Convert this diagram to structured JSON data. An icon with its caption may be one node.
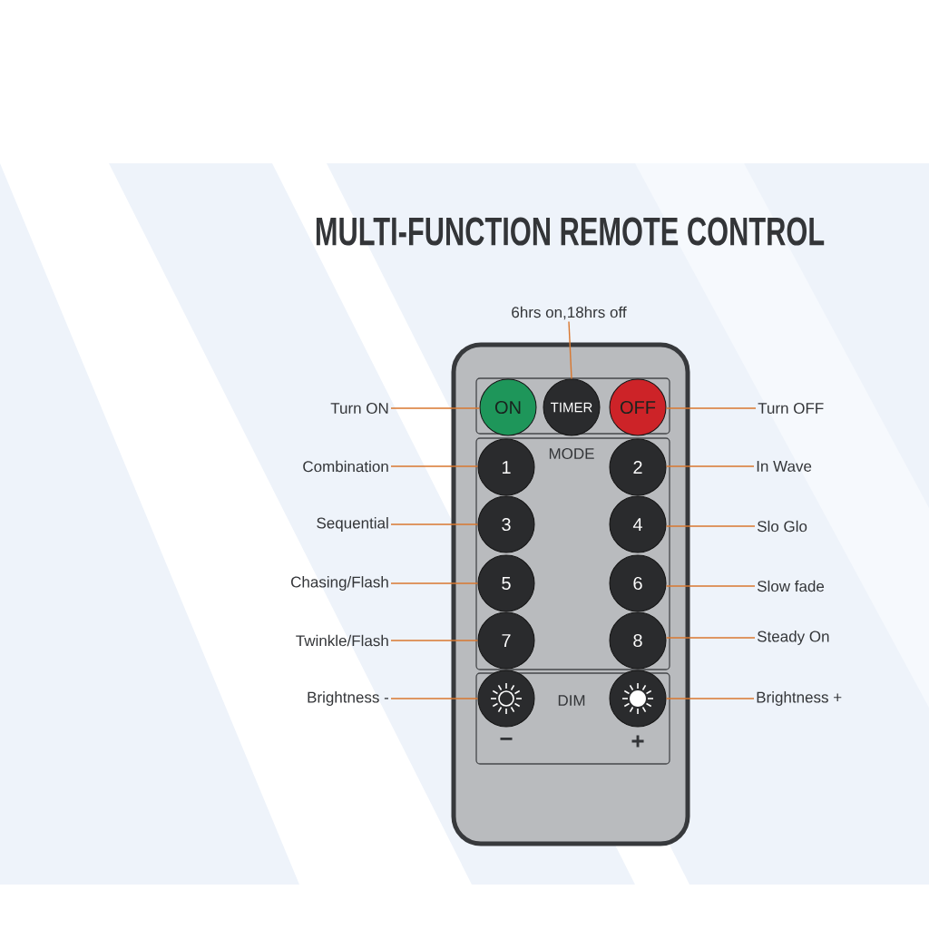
{
  "diagram": {
    "title": "MULTI-FUNCTION REMOTE CONTROL",
    "nodes": [
      {
        "text": [],
        "shape": "box"
      },
      {
        "text": [],
        "shape": "box",
        "in": 0
      },
      {
        "text": [
          "ON"
        ],
        "in": 1
      },
      {
        "text": [
          "TIMER"
        ],
        "in": 1
      },
      {
        "text": [
          "OFF"
        ],
        "in": 1
      },
      {
        "text": [
          "MODE"
        ],
        "in": 0
      },
      {
        "text": [
          "1"
        ],
        "in": 5
      },
      {
        "text": [
          "2"
        ],
        "in": 5
      },
      {
        "text": [
          "3"
        ],
        "in": 5
      },
      {
        "text": [
          "4"
        ],
        "in": 5
      },
      {
        "text": [
          "5"
        ],
        "in": 5
      },
      {
        "text": [
          "6"
        ],
        "in": 5
      },
      {
        "text": [
          "7"
        ],
        "in": 5
      },
      {
        "text": [
          "8"
        ],
        "in": 5
      },
      {
        "text": [
          "DIM",
          "−",
          "+"
        ],
        "in": 0
      },
      {
        "text": [],
        "shape": "circle",
        "in": 14
      },
      {
        "text": [],
        "shape": "circle",
        "in": 14
      },
      {
        "text": [
          "6hrs on,18hrs off"
        ]
      },
      {
        "text": [
          "Turn ON"
        ]
      },
      {
        "text": [
          "Turn OFF"
        ]
      },
      {
        "text": [
          "Combination"
        ]
      },
      {
        "text": [
          "In Wave"
        ]
      },
      {
        "text": [
          "Sequential"
        ]
      },
      {
        "text": [
          "Slo Glo"
        ]
      },
      {
        "text": [
          "Chasing/Flash"
        ]
      },
      {
        "text": [
          "Slow fade"
        ]
      },
      {
        "text": [
          "Twinkle/Flash"
        ]
      },
      {
        "text": [
          "Steady On"
        ]
      },
      {
        "text": [
          "Brightness -"
        ]
      },
      {
        "text": [
          "Brightness +"
        ]
      }
    ],
    "edges": [
      {
        "from": 17,
        "to": 3,
        "arrow": "none"
      },
      {
        "from": 18,
        "to": 2,
        "arrow": "none"
      },
      {
        "from": 19,
        "to": 4,
        "arrow": "none"
      },
      {
        "from": 20,
        "to": 6,
        "arrow": "none"
      },
      {
        "from": 21,
        "to": 7,
        "arrow": "none"
      },
      {
        "from": 22,
        "to": 8,
        "arrow": "none"
      },
      {
        "from": 23,
        "to": 9,
        "arrow": "none"
      },
      {
        "from": 24,
        "to": 10,
        "arrow": "none"
      },
      {
        "from": 25,
        "to": 11,
        "arrow": "none"
      },
      {
        "from": 26,
        "to": 12,
        "arrow": "none"
      },
      {
        "from": 27,
        "to": 13,
        "arrow": "none"
      },
      {
        "from": 28,
        "to": 15,
        "arrow": "none"
      },
      {
        "from": 29,
        "to": 16,
        "arrow": "none"
      }
    ]
  }
}
